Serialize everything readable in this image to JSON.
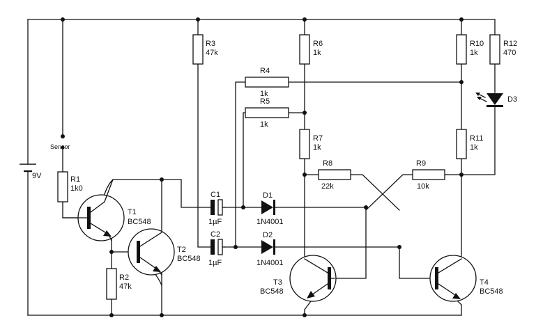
{
  "components": {
    "battery": {
      "label": "9V"
    },
    "sensor": {
      "label": "Sensor"
    },
    "R1": {
      "ref": "R1",
      "value": "1k0"
    },
    "R2": {
      "ref": "R2",
      "value": "47k"
    },
    "R3": {
      "ref": "R3",
      "value": "47k"
    },
    "R4": {
      "ref": "R4",
      "value": "1k"
    },
    "R5": {
      "ref": "R5",
      "value": "1k"
    },
    "R6": {
      "ref": "R6",
      "value": "1k"
    },
    "R7": {
      "ref": "R7",
      "value": "1k"
    },
    "R8": {
      "ref": "R8",
      "value": "22k"
    },
    "R9": {
      "ref": "R9",
      "value": "10k"
    },
    "R10": {
      "ref": "R10",
      "value": "1k"
    },
    "R11": {
      "ref": "R11",
      "value": "1k"
    },
    "R12": {
      "ref": "R12",
      "value": "470"
    },
    "C1": {
      "ref": "C1",
      "value": "1µF"
    },
    "C2": {
      "ref": "C2",
      "value": "1µF"
    },
    "D1": {
      "ref": "D1",
      "value": "1N4001"
    },
    "D2": {
      "ref": "D2",
      "value": "1N4001"
    },
    "D3": {
      "ref": "D3"
    },
    "T1": {
      "ref": "T1",
      "value": "BC548"
    },
    "T2": {
      "ref": "T2",
      "value": "BC548"
    },
    "T3": {
      "ref": "T3",
      "value": "BC548"
    },
    "T4": {
      "ref": "T4",
      "value": "BC548"
    }
  },
  "colors": {
    "ink": "#111111",
    "background": "#ffffff"
  }
}
